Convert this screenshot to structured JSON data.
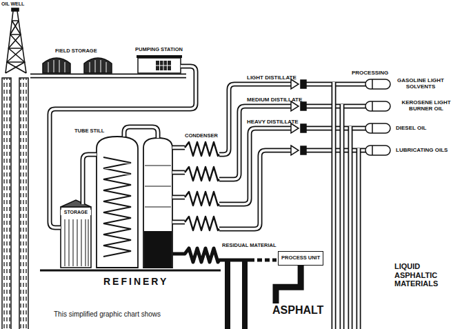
{
  "diagram": {
    "caption": "This simplified graphic chart shows",
    "nodes": [
      {
        "text": [
          "PROCESS UNIT"
        ]
      },
      {
        "text": [
          "ASPHALT"
        ]
      }
    ],
    "edges": [
      {
        "from": 0,
        "to": 1,
        "arrow": "none"
      }
    ],
    "labels": [
      "OIL WELL",
      "FIELD STORAGE",
      "PUMPING STATION",
      "PROCESSING",
      "LIGHT DISTILLATE",
      "GASOLINE LIGHT SOLVENTS",
      "MEDIUM DISTILLATE",
      "KEROSENE LIGHT BURNER OIL",
      "HEAVY DISTILLATE",
      "DIESEL OIL",
      "LUBRICATING OILS",
      "TUBE STILL",
      "CONDENSER",
      "STORAGE",
      "RESIDUAL MATERIAL",
      "REFINERY",
      "LIQUID ASPHALTIC MATERIALS"
    ]
  }
}
